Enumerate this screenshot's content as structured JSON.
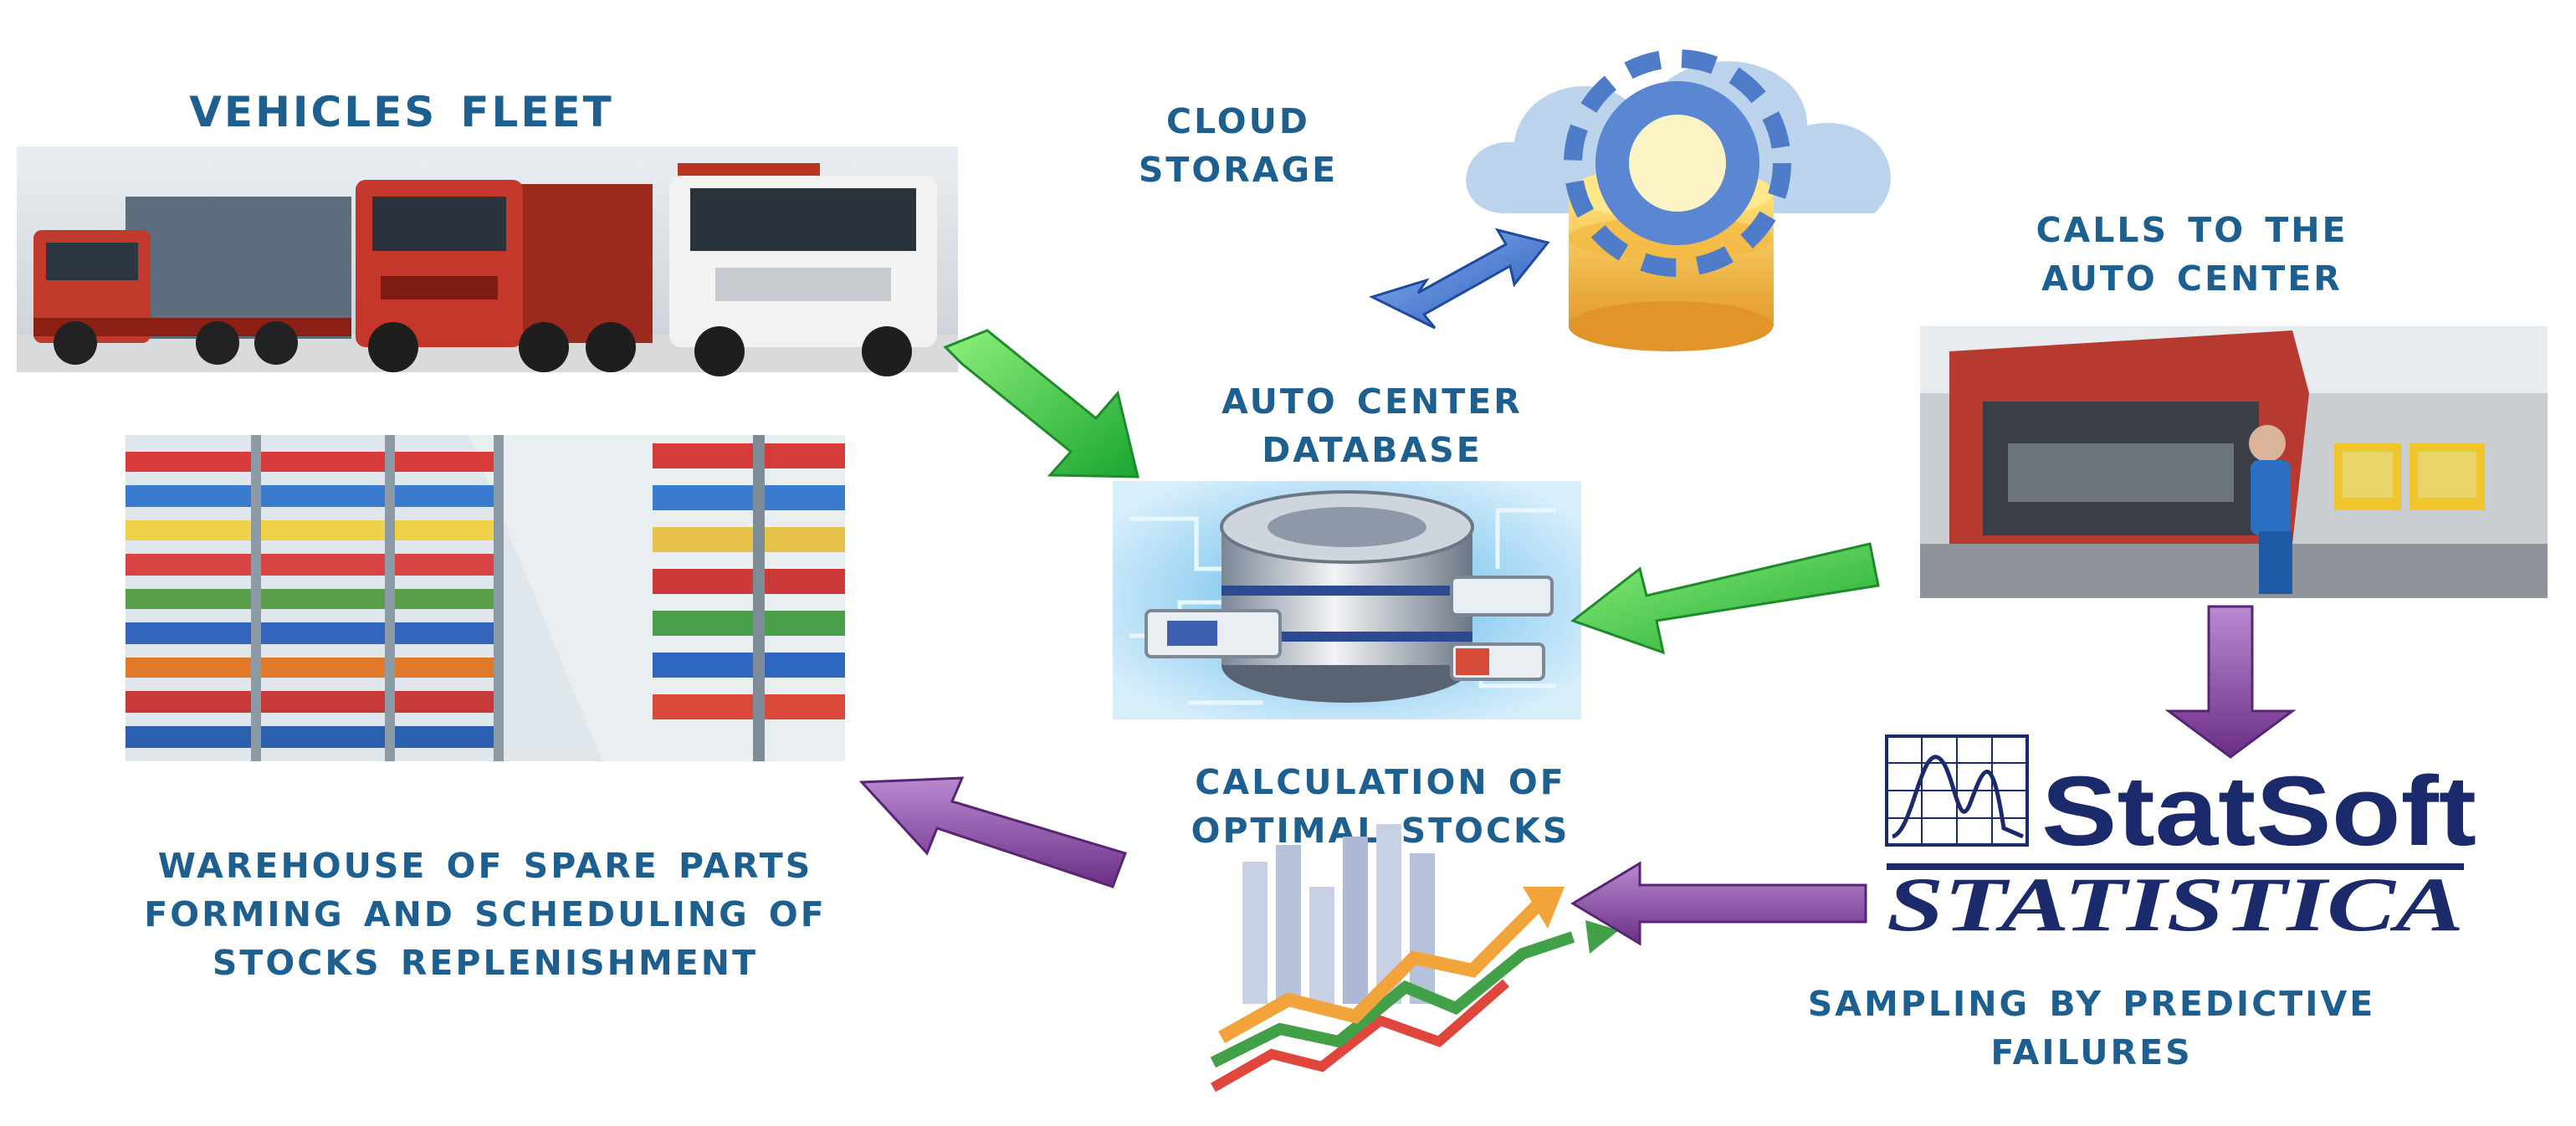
{
  "labels": {
    "vehicles_fleet": [
      "Vehicles Fleet"
    ],
    "cloud_storage": [
      "Cloud",
      "storage"
    ],
    "calls_to_center": [
      "Calls to the",
      "auto center"
    ],
    "auto_center_db": [
      "Auto center",
      "database"
    ],
    "calculation": [
      "Calculation of",
      "optimal stocks"
    ],
    "warehouse": [
      "Warehouse of spare parts",
      "forming and scheduling of",
      "stocks replenishment"
    ],
    "sampling": [
      "Sampling by Predictive",
      "Failures"
    ]
  },
  "logo": {
    "statsoft": "StatSoft",
    "statistica": "STATISTICA"
  },
  "colors": {
    "label_text": "#1d5f8f",
    "arrow_green": "#2ecc40",
    "arrow_blue": "#3a78d8",
    "arrow_purple": "#8a4aa0",
    "logo_navy": "#1b2a6b"
  }
}
